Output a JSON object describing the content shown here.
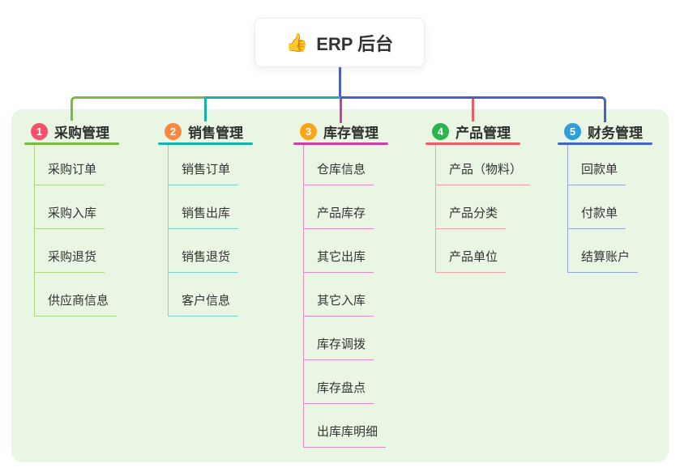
{
  "root": {
    "icon": "👍",
    "label": "ERP 后台"
  },
  "colors": {
    "canvas_bg": "#ffffff",
    "panel_bg": "#e9f6e3",
    "root_connector": "#4a5ec8",
    "text": "#333333"
  },
  "branches": [
    {
      "num": "1",
      "title": "采购管理",
      "color": "#7cb93f",
      "light_color": "#aed584",
      "badge_color": "#f4526b",
      "children": [
        "采购订单",
        "采购入库",
        "采购退货",
        "供应商信息"
      ]
    },
    {
      "num": "2",
      "title": "销售管理",
      "color": "#16b3aa",
      "light_color": "#82d2cc",
      "badge_color": "#f78840",
      "children": [
        "销售订单",
        "销售出库",
        "销售退货",
        "客户信息"
      ]
    },
    {
      "num": "3",
      "title": "库存管理",
      "color": "#ce3fa4",
      "light_color": "#e18bc8",
      "badge_color": "#f9a61a",
      "children": [
        "仓库信息",
        "产品库存",
        "其它出库",
        "其它入库",
        "库存调拨",
        "库存盘点",
        "出库库明细"
      ]
    },
    {
      "num": "4",
      "title": "产品管理",
      "color": "#ee5b64",
      "light_color": "#f5a2a7",
      "badge_color": "#2ab44e",
      "children": [
        "产品（物料）",
        "产品分类",
        "产品单位"
      ]
    },
    {
      "num": "5",
      "title": "财务管理",
      "color": "#4562c5",
      "light_color": "#96a5da",
      "badge_color": "#2f9fd8",
      "children": [
        "回款单",
        "付款单",
        "结算账户"
      ]
    }
  ]
}
